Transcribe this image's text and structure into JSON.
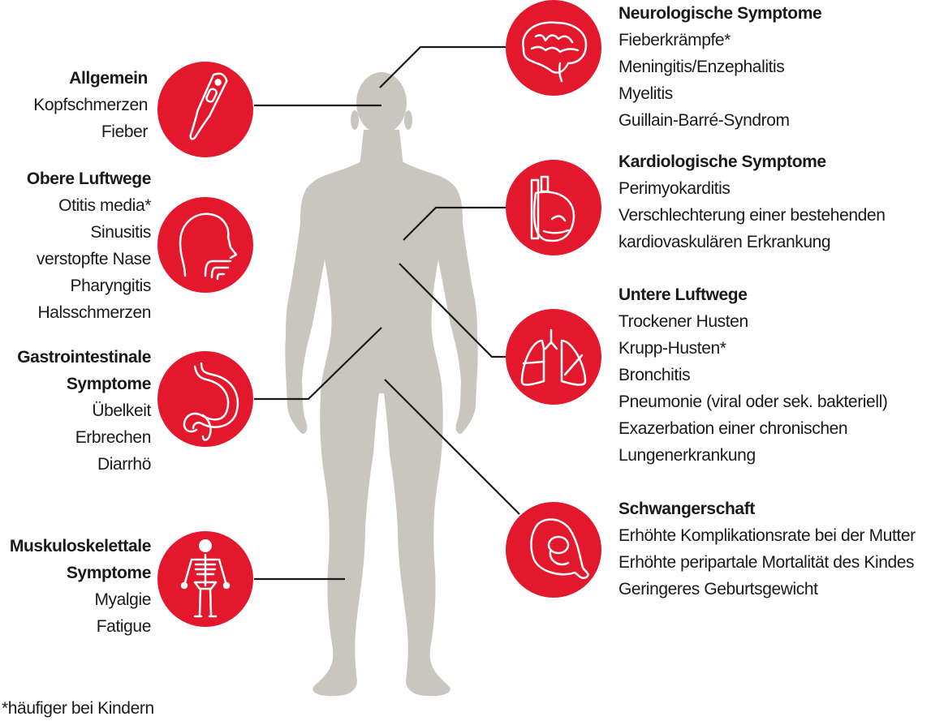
{
  "colors": {
    "accent_red": "#e3182d",
    "body_gray": "#c8c6be",
    "line": "#1a1a1a",
    "icon_stroke": "#ffffff"
  },
  "groups": {
    "allgemein": {
      "title": "Allgemein",
      "icon": "thermometer-icon",
      "items": [
        "Kopfschmerzen",
        "Fieber"
      ]
    },
    "obere_luftwege": {
      "title": "Obere Luftwege",
      "icon": "head-airway-icon",
      "items": [
        "Otitis media*",
        "Sinusitis",
        "verstopfte Nase",
        "Pharyngitis",
        "Halsschmerzen"
      ]
    },
    "gastro": {
      "title_line1": "Gastrointestinale",
      "title_line2": "Symptome",
      "icon": "stomach-icon",
      "items": [
        "Übelkeit",
        "Erbrechen",
        "Diarrhö"
      ]
    },
    "muskulo": {
      "title_line1": "Muskuloskelettale",
      "title_line2": "Symptome",
      "icon": "skeleton-icon",
      "items": [
        "Myalgie",
        "Fatigue"
      ]
    },
    "neuro": {
      "title": "Neurologische Symptome",
      "icon": "brain-icon",
      "items": [
        "Fieberkrämpfe*",
        "Meningitis/Enzephalitis",
        "Myelitis",
        "Guillain-Barré-Syndrom"
      ]
    },
    "kardio": {
      "title": "Kardiologische Symptome",
      "icon": "heart-icon",
      "items": [
        "Perimyokarditis",
        "Verschlechterung einer bestehenden",
        "kardiovaskulären Erkrankung"
      ]
    },
    "untere_luftwege": {
      "title": "Untere Luftwege",
      "icon": "lungs-icon",
      "items": [
        "Trockener Husten",
        "Krupp-Husten*",
        "Bronchitis",
        "Pneumonie (viral oder sek. bakteriell)",
        "Exazerbation einer chronischen",
        "Lungenerkrankung"
      ]
    },
    "schwangerschaft": {
      "title": "Schwangerschaft",
      "icon": "fetus-icon",
      "items": [
        "Erhöhte Komplikationsrate bei der Mutter",
        "Erhöhte peripartale Mortalität des Kindes",
        "Geringeres Geburtsgewicht"
      ]
    }
  },
  "footnote": "*häufiger bei Kindern"
}
